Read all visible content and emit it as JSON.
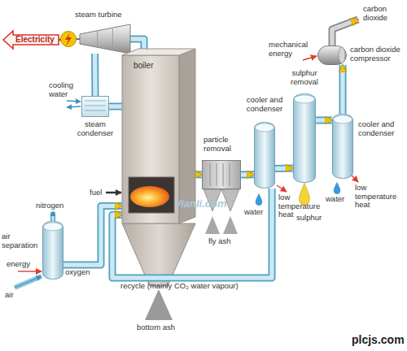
{
  "diagram": {
    "nodes": [
      {
        "text": [
          "Electricity"
        ]
      },
      {
        "text": [
          "steam turbine"
        ]
      },
      {
        "text": [
          "carbon dioxide compressor"
        ]
      },
      {
        "text": [
          "boiler"
        ]
      },
      {
        "text": [
          "steam condenser"
        ]
      },
      {
        "text": [
          "cooler and condenser"
        ]
      },
      {
        "text": [
          "sulphur removal"
        ]
      },
      {
        "text": [
          "cooler and condenser"
        ]
      },
      {
        "text": [
          "particle removal"
        ]
      },
      {
        "text": [
          "air separation"
        ]
      }
    ],
    "edges": [
      {
        "from": 1,
        "to": 0,
        "arrow": "to"
      },
      {
        "from": 3,
        "to": 1,
        "arrow": "none"
      },
      {
        "from": 1,
        "to": 4,
        "arrow": "none"
      },
      {
        "from": 4,
        "to": 3,
        "arrow": "none"
      },
      {
        "from": 3,
        "to": 8,
        "arrow": "to"
      },
      {
        "from": 8,
        "to": 5,
        "arrow": "to"
      },
      {
        "from": 5,
        "to": 6,
        "arrow": "to"
      },
      {
        "from": 6,
        "to": 7,
        "arrow": "to"
      },
      {
        "from": 7,
        "to": 2,
        "arrow": "to"
      },
      {
        "from": 9,
        "to": 3,
        "arrow": "to",
        "label": "oxygen"
      },
      {
        "from": 5,
        "to": 3,
        "arrow": "to",
        "label": "recycle (mainly CO₂ water vapour)"
      }
    ],
    "labels": [
      "cooling water",
      "fly ash",
      "low temperature heat",
      "water",
      "sulphur",
      "mechanical energy",
      "carbon dioxide",
      "low temperature heat",
      "water",
      "nitrogen",
      "energy",
      "air",
      "fuel",
      "bottom ash",
      "Vianli.com",
      "plcjs.com"
    ]
  }
}
